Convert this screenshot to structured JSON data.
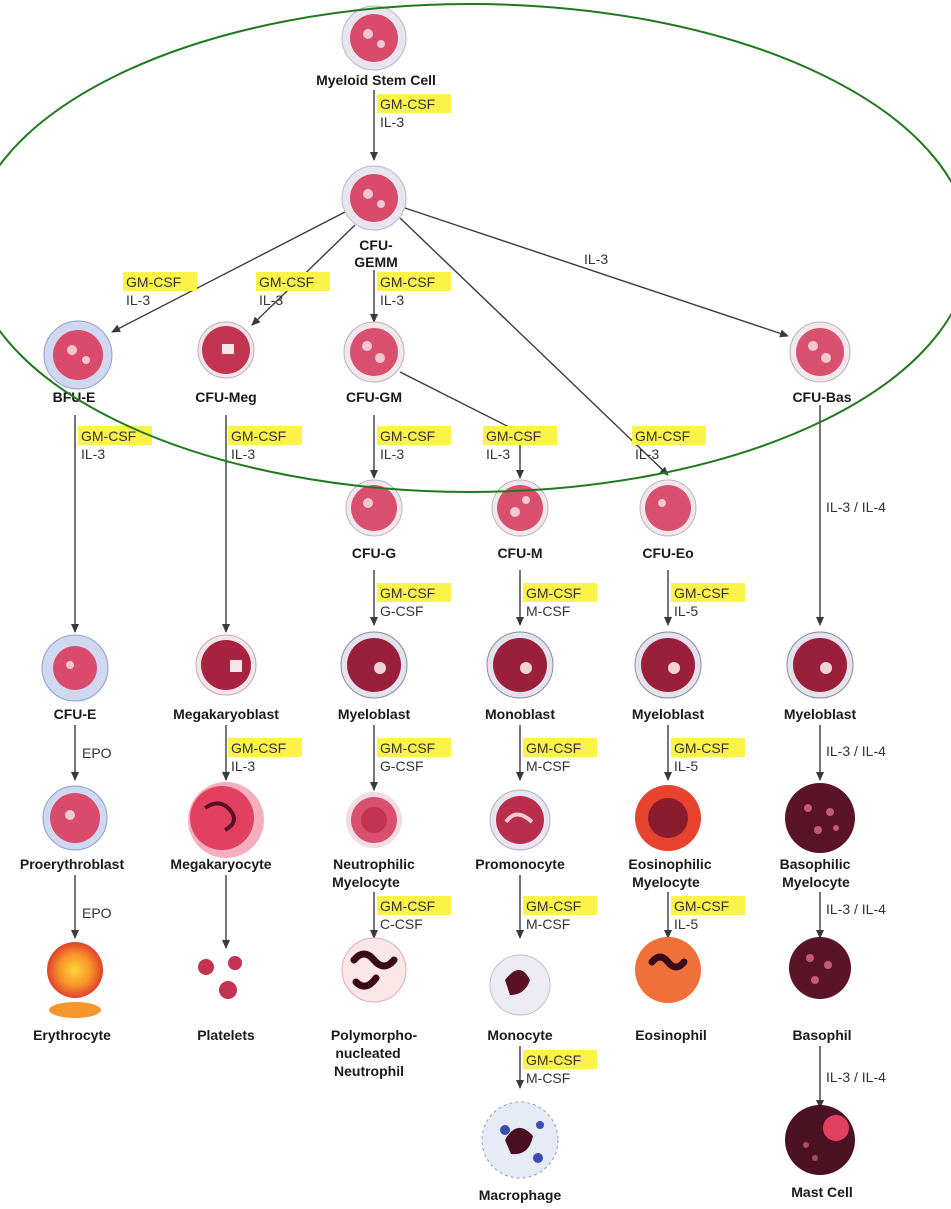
{
  "cells": {
    "myeloid_stem": "Myeloid Stem Cell",
    "cfu_gemm": [
      "CFU-",
      "GEMM"
    ],
    "bfu_e": "BFU-E",
    "cfu_meg": "CFU-Meg",
    "cfu_gm": "CFU-GM",
    "cfu_bas": "CFU-Bas",
    "cfu_g": "CFU-G",
    "cfu_m": "CFU-M",
    "cfu_eo": "CFU-Eo",
    "cfu_e": "CFU-E",
    "megakaryoblast": "Megakaryoblast",
    "myeloblast_g": "Myeloblast",
    "monoblast": "Monoblast",
    "myeloblast_eo": "Myeloblast",
    "myeloblast_bas": "Myeloblast",
    "proerythroblast": "Proerythroblast",
    "megakaryocyte": "Megakaryocyte",
    "neutrophilic_myelocyte": [
      "Neutrophilic",
      "Myelocyte"
    ],
    "promonocyte": "Promonocyte",
    "eosinophilic_myelocyte": [
      "Eosinophilic",
      "Myelocyte"
    ],
    "basophilic_myelocyte": [
      "Basophilic",
      "Myelocyte"
    ],
    "erythrocyte": "Erythrocyte",
    "platelets": "Platelets",
    "pmn": [
      "Polymorpho-",
      "nucleated",
      "Neutrophil"
    ],
    "monocyte": "Monocyte",
    "eosinophil": "Eosinophil",
    "basophil": "Basophil",
    "macrophage": "Macrophage",
    "mast_cell": "Mast Cell"
  },
  "factors": {
    "gm_csf": "GM-CSF",
    "il3": "IL-3",
    "g_csf": "G-CSF",
    "m_csf": "M-CSF",
    "c_csf": "C-CSF",
    "il5": "IL-5",
    "epo": "EPO",
    "il3_il4": "IL-3 / IL-4"
  },
  "colors": {
    "ellipse": "#1f7a1f",
    "highlight": "#fbf24a",
    "cell_pink": "#d94a6b",
    "cell_dark": "#7a1f3d",
    "halo": "#b9c8e6"
  }
}
